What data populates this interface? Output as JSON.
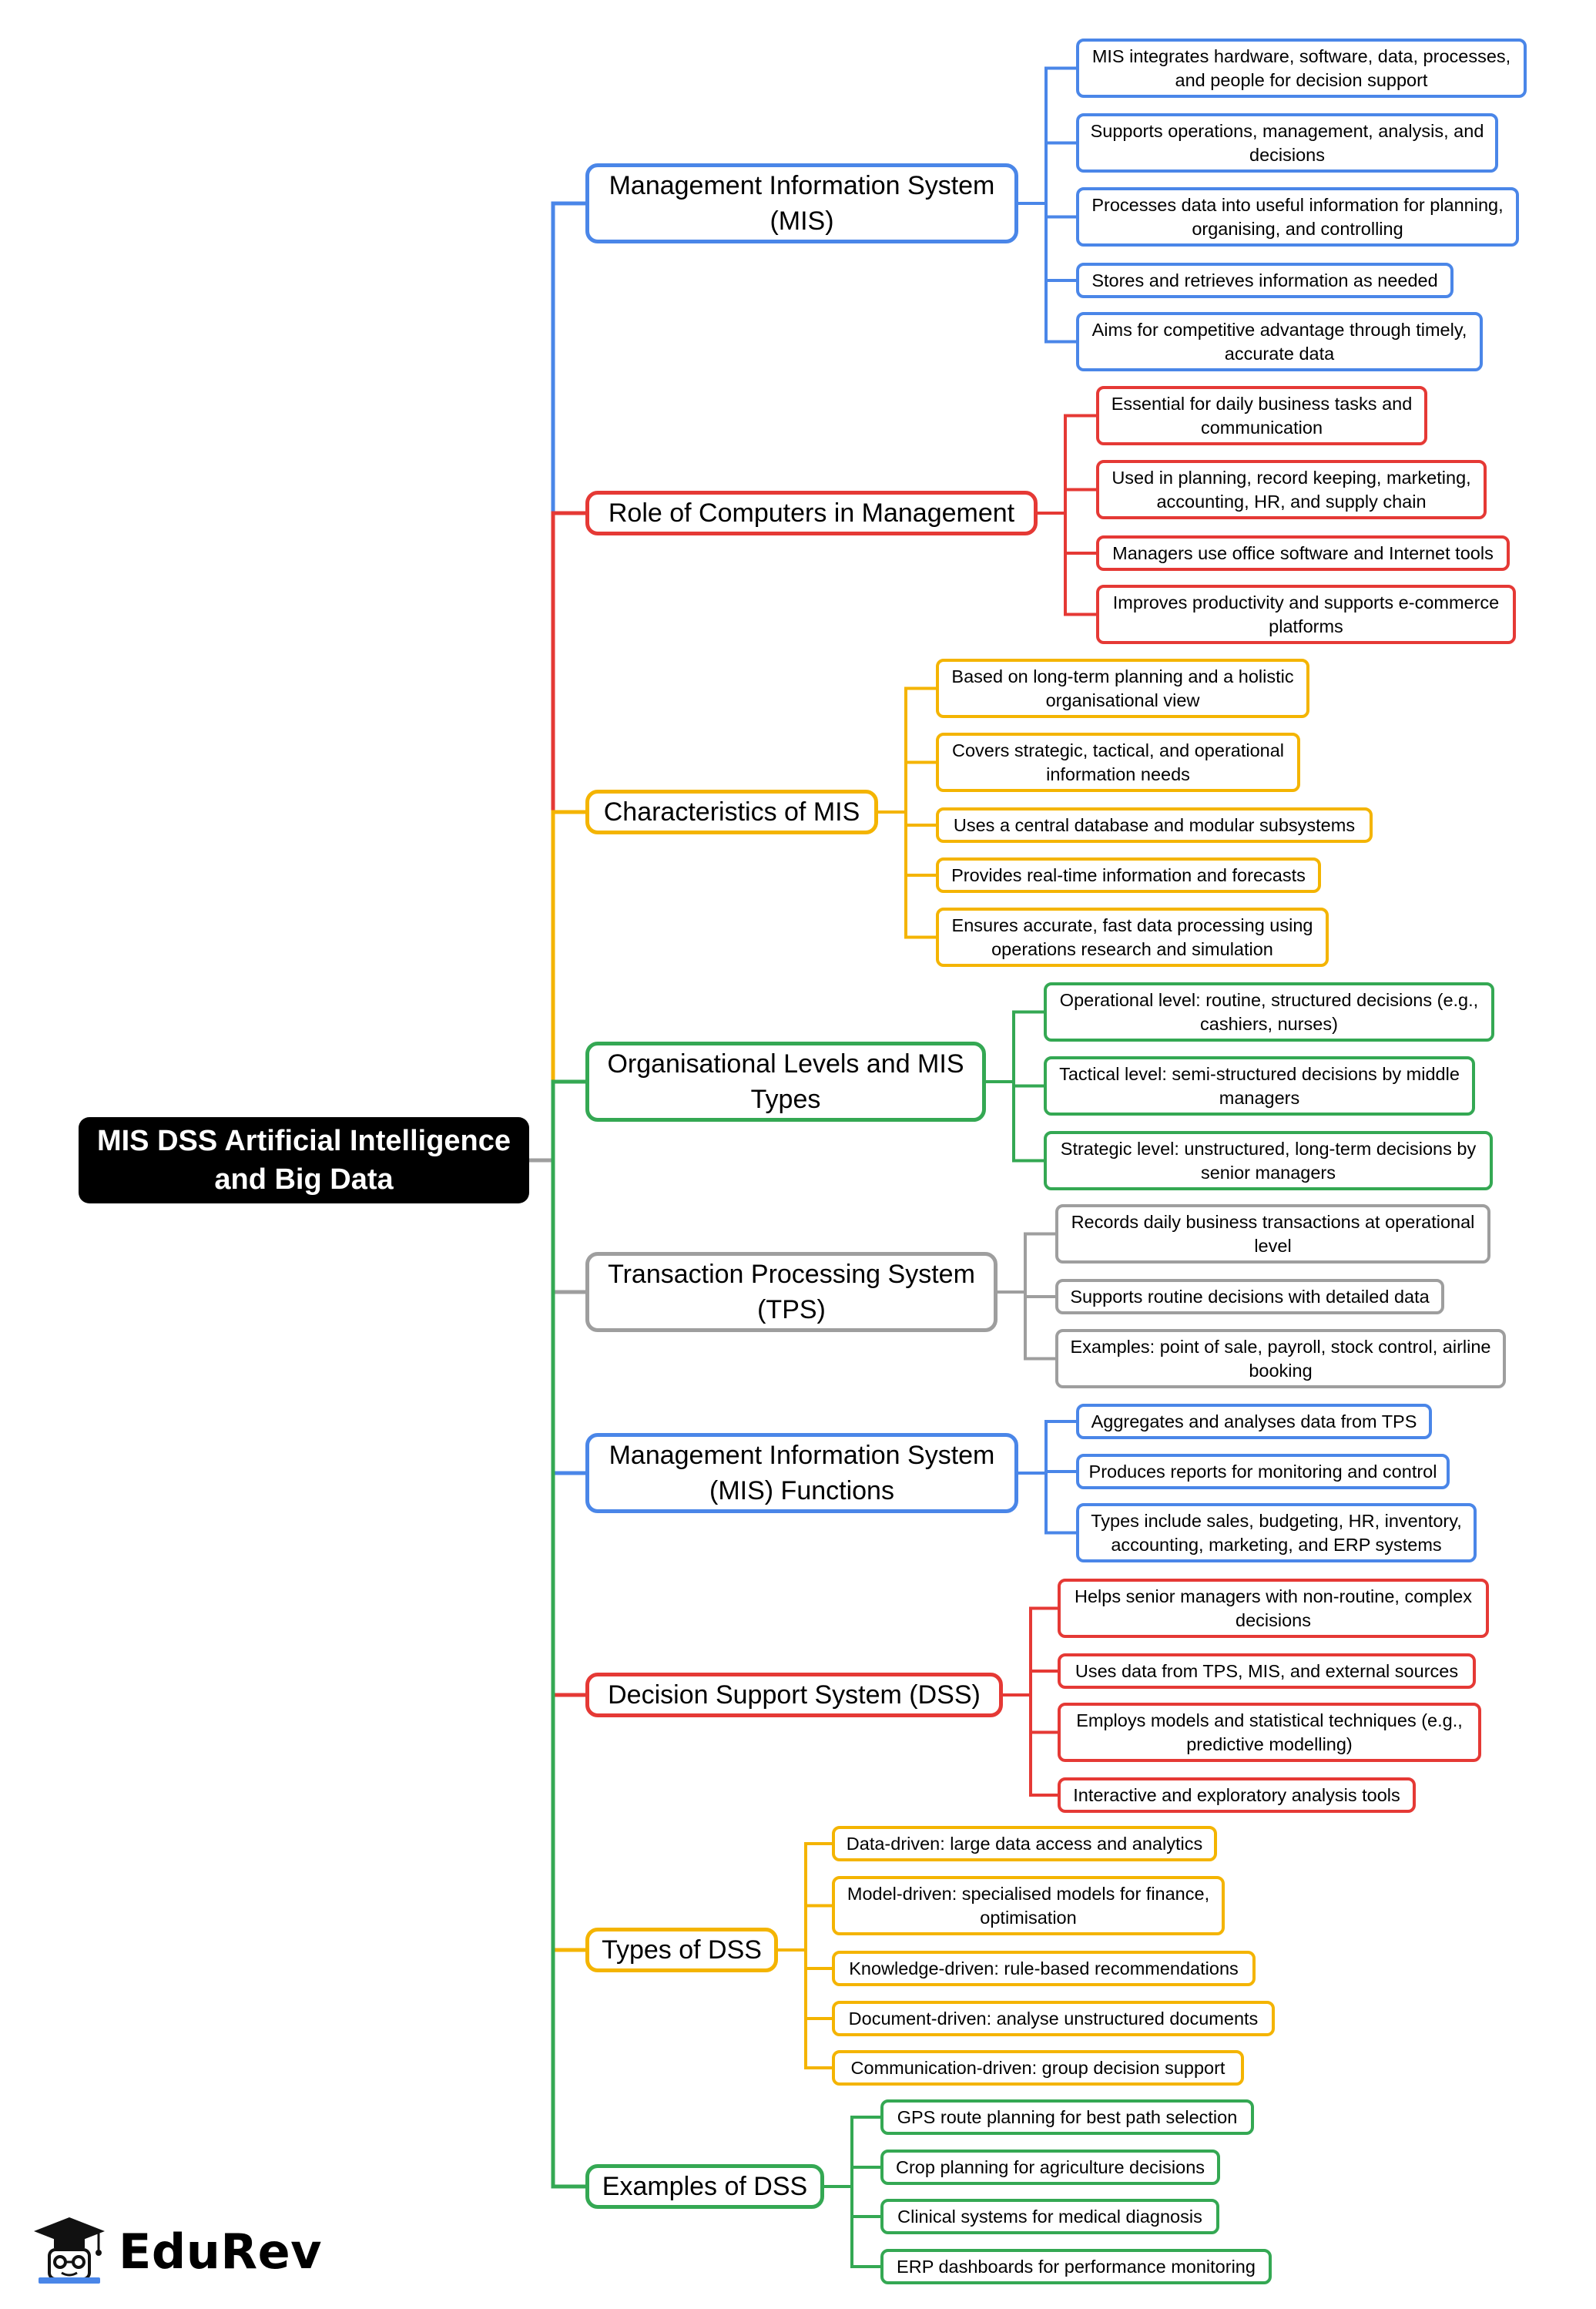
{
  "root": {
    "label": "MIS DSS Artificial Intelligence and Big Data"
  },
  "colors": {
    "blue": "#4a86e8",
    "red": "#e53935",
    "yellow": "#f4b400",
    "green": "#34a853",
    "gray": "#9e9e9e",
    "root_bg": "#000000"
  },
  "branches": [
    {
      "label": "Management Information System (MIS)",
      "color": "blue",
      "children": [
        "MIS integrates hardware, software, data, processes, and people for decision support",
        "Supports operations, management, analysis, and decisions",
        "Processes data into useful information for planning, organising, and controlling",
        "Stores and retrieves information as needed",
        "Aims for competitive advantage through timely, accurate data"
      ]
    },
    {
      "label": "Role of Computers in Management",
      "color": "red",
      "children": [
        "Essential for daily business tasks and communication",
        "Used in planning, record keeping, marketing, accounting, HR, and supply chain",
        "Managers use office software and Internet tools",
        "Improves productivity and supports e-commerce platforms"
      ]
    },
    {
      "label": "Characteristics of MIS",
      "color": "yellow",
      "children": [
        "Based on long-term planning and a holistic organisational view",
        "Covers strategic, tactical, and operational information needs",
        "Uses a central database and modular subsystems",
        "Provides real-time information and forecasts",
        "Ensures accurate, fast data processing using operations research and simulation"
      ]
    },
    {
      "label": "Organisational Levels and MIS Types",
      "color": "green",
      "children": [
        "Operational level: routine, structured decisions (e.g., cashiers, nurses)",
        "Tactical level: semi-structured decisions by middle managers",
        "Strategic level: unstructured, long-term decisions by senior managers"
      ]
    },
    {
      "label": "Transaction Processing System (TPS)",
      "color": "gray",
      "children": [
        "Records daily business transactions at operational level",
        "Supports routine decisions with detailed data",
        "Examples: point of sale, payroll, stock control, airline booking"
      ]
    },
    {
      "label": "Management Information System (MIS) Functions",
      "color": "blue",
      "children": [
        "Aggregates and analyses data from TPS",
        "Produces reports for monitoring and control",
        "Types include sales, budgeting, HR, inventory, accounting, marketing, and ERP systems"
      ]
    },
    {
      "label": "Decision Support System (DSS)",
      "color": "red",
      "children": [
        "Helps senior managers with non-routine, complex decisions",
        "Uses data from TPS, MIS, and external sources",
        "Employs models and statistical techniques (e.g., predictive modelling)",
        "Interactive and exploratory analysis tools"
      ]
    },
    {
      "label": "Types of DSS",
      "color": "yellow",
      "children": [
        "Data-driven: large data access and analytics",
        "Model-driven: specialised models for finance, optimisation",
        "Knowledge-driven: rule-based recommendations",
        "Document-driven: analyse unstructured documents",
        "Communication-driven: group decision support"
      ]
    },
    {
      "label": "Examples of DSS",
      "color": "green",
      "children": [
        "GPS route planning for best path selection",
        "Crop planning for agriculture decisions",
        "Clinical systems for medical diagnosis",
        "ERP dashboards for performance monitoring"
      ]
    }
  ],
  "logo": {
    "text": "EduRev",
    "icon": "graduation-cap-mascot-icon"
  }
}
